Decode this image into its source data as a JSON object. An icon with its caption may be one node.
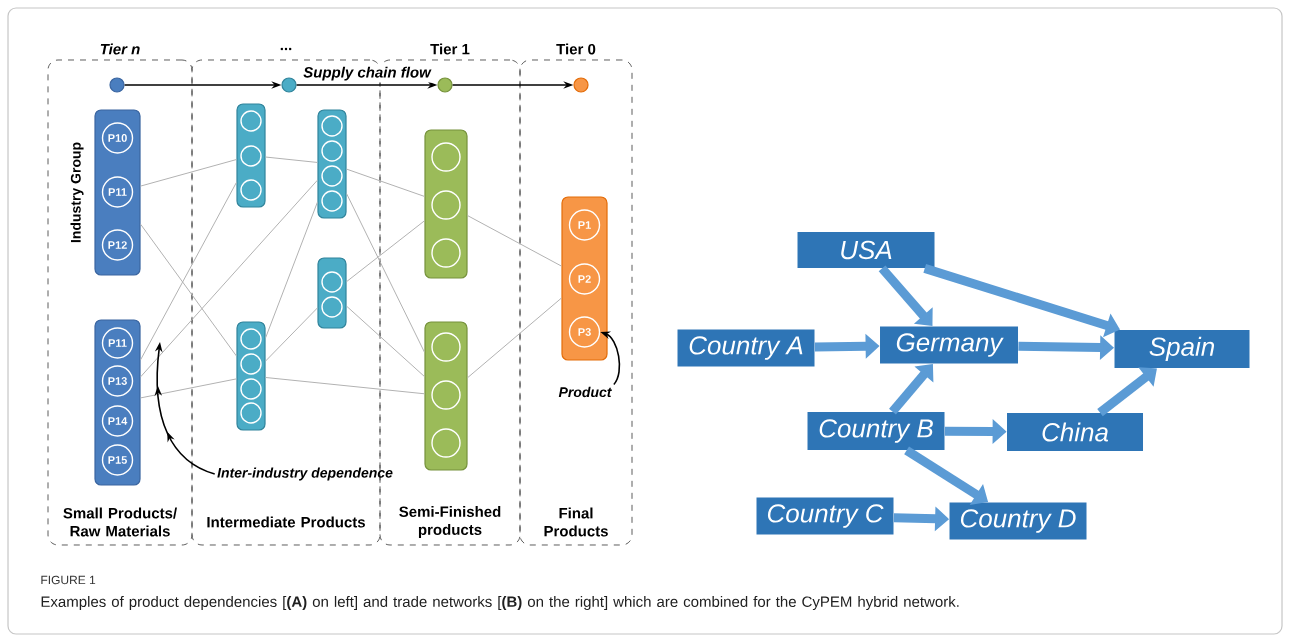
{
  "diagram": {
    "caption": "Examples of product dependencies [**(A)** on left] and trade networks [**(B)** on the right] which are combined for the CyPEM hybrid network.",
    "nodes": [
      {
        "text": [
          "Tier n",
          "Small Products/ Raw Materials"
        ]
      },
      {
        "text": [
          "...",
          "Intermediate Products"
        ]
      },
      {
        "text": [
          "Tier 1",
          "Semi-Finished products"
        ]
      },
      {
        "text": [
          "Tier 0",
          "Final Products"
        ]
      },
      {
        "text": [],
        "shape": "circle",
        "in": 0
      },
      {
        "text": [],
        "shape": "circle",
        "in": 1
      },
      {
        "text": [],
        "shape": "circle",
        "in": 2
      },
      {
        "text": [],
        "shape": "circle",
        "in": 3
      },
      {
        "text": [],
        "shape": "bar",
        "in": 0,
        "beside": [
          "Industry Group"
        ]
      },
      {
        "text": [],
        "shape": "bar",
        "in": 0
      },
      {
        "text": [],
        "shape": "bar",
        "in": 1
      },
      {
        "text": [],
        "shape": "bar",
        "in": 1
      },
      {
        "text": [],
        "shape": "bar",
        "in": 1
      },
      {
        "text": [],
        "shape": "bar",
        "in": 1
      },
      {
        "text": [],
        "shape": "bar",
        "in": 2
      },
      {
        "text": [],
        "shape": "bar",
        "in": 2
      },
      {
        "text": [],
        "shape": "bar",
        "in": 3
      },
      {
        "text": [
          "P10"
        ],
        "in": 8
      },
      {
        "text": [
          "P11"
        ],
        "in": 8
      },
      {
        "text": [
          "P12"
        ],
        "in": 8
      },
      {
        "text": [
          "P11"
        ],
        "in": 9
      },
      {
        "text": [
          "P13"
        ],
        "in": 9
      },
      {
        "text": [
          "P14"
        ],
        "in": 9
      },
      {
        "text": [
          "P15"
        ],
        "in": 9
      },
      {
        "text": [],
        "shape": "circle",
        "in": 10
      },
      {
        "text": [],
        "shape": "circle",
        "in": 10
      },
      {
        "text": [],
        "shape": "circle",
        "in": 10
      },
      {
        "text": [],
        "shape": "circle",
        "in": 11
      },
      {
        "text": [],
        "shape": "circle",
        "in": 11
      },
      {
        "text": [],
        "shape": "circle",
        "in": 11
      },
      {
        "text": [],
        "shape": "circle",
        "in": 11
      },
      {
        "text": [],
        "shape": "circle",
        "in": 12
      },
      {
        "text": [],
        "shape": "circle",
        "in": 12
      },
      {
        "text": [],
        "shape": "circle",
        "in": 12
      },
      {
        "text": [],
        "shape": "circle",
        "in": 12
      },
      {
        "text": [],
        "shape": "circle",
        "in": 13
      },
      {
        "text": [],
        "shape": "circle",
        "in": 13
      },
      {
        "text": [],
        "shape": "circle",
        "in": 14
      },
      {
        "text": [],
        "shape": "circle",
        "in": 14
      },
      {
        "text": [],
        "shape": "circle",
        "in": 14
      },
      {
        "text": [],
        "shape": "circle",
        "in": 15
      },
      {
        "text": [],
        "shape": "circle",
        "in": 15
      },
      {
        "text": [],
        "shape": "circle",
        "in": 15
      },
      {
        "text": [
          "P1"
        ],
        "in": 16
      },
      {
        "text": [
          "P2"
        ],
        "in": 16
      },
      {
        "text": [
          "P3"
        ],
        "in": 16
      },
      {
        "text": [
          "Inter-industry dependence"
        ]
      },
      {
        "text": [
          "Product"
        ],
        "in": 3
      },
      {
        "text": [
          "USA"
        ]
      },
      {
        "text": [
          "Country A"
        ]
      },
      {
        "text": [
          "Germany"
        ]
      },
      {
        "text": [
          "Spain"
        ]
      },
      {
        "text": [
          "Country B"
        ]
      },
      {
        "text": [
          "China"
        ]
      },
      {
        "text": [
          "Country C"
        ]
      },
      {
        "text": [
          "Country D"
        ]
      }
    ],
    "edges": [
      {
        "from": 4,
        "to": 5,
        "arrow": "to",
        "color": "#000000"
      },
      {
        "from": 5,
        "to": 6,
        "arrow": "to",
        "color": "#000000",
        "label": "Supply chain flow"
      },
      {
        "from": 6,
        "to": 7,
        "arrow": "to",
        "color": "#000000"
      },
      {
        "from": 8,
        "to": 10,
        "arrow": "none"
      },
      {
        "from": 8,
        "to": 11,
        "arrow": "none"
      },
      {
        "from": 9,
        "to": 10,
        "arrow": "none"
      },
      {
        "from": 9,
        "to": 12,
        "arrow": "none"
      },
      {
        "from": 9,
        "to": 11,
        "arrow": "none"
      },
      {
        "from": 10,
        "to": 12,
        "arrow": "none"
      },
      {
        "from": 11,
        "to": 12,
        "arrow": "none"
      },
      {
        "from": 11,
        "to": 13,
        "arrow": "none"
      },
      {
        "from": 11,
        "to": 15,
        "arrow": "none"
      },
      {
        "from": 12,
        "to": 14,
        "arrow": "none"
      },
      {
        "from": 12,
        "to": 15,
        "arrow": "none"
      },
      {
        "from": 13,
        "to": 14,
        "arrow": "none"
      },
      {
        "from": 13,
        "to": 15,
        "arrow": "none"
      },
      {
        "from": 14,
        "to": 16,
        "arrow": "none"
      },
      {
        "from": 15,
        "to": 16,
        "arrow": "none"
      },
      {
        "from": 46,
        "to": null,
        "arrow": "to",
        "color": "#000000"
      },
      {
        "from": 47,
        "to": 45,
        "arrow": "to",
        "color": "#000000"
      },
      {
        "from": 48,
        "to": 50,
        "arrow": "to",
        "style": "thick",
        "color": "#5b9bd5"
      },
      {
        "from": 48,
        "to": 51,
        "arrow": "to",
        "style": "thick",
        "color": "#5b9bd5"
      },
      {
        "from": 49,
        "to": 50,
        "arrow": "to",
        "style": "thick",
        "color": "#5b9bd5"
      },
      {
        "from": 50,
        "to": 51,
        "arrow": "to",
        "style": "thick",
        "color": "#5b9bd5"
      },
      {
        "from": 52,
        "to": 50,
        "arrow": "to",
        "style": "thick",
        "color": "#5b9bd5"
      },
      {
        "from": 52,
        "to": 53,
        "arrow": "to",
        "style": "thick",
        "color": "#5b9bd5"
      },
      {
        "from": 52,
        "to": 55,
        "arrow": "to",
        "style": "thick",
        "color": "#5b9bd5"
      },
      {
        "from": 53,
        "to": 51,
        "arrow": "to",
        "style": "thick",
        "color": "#5b9bd5"
      },
      {
        "from": 54,
        "to": 55,
        "arrow": "to",
        "style": "thick",
        "color": "#5b9bd5"
      }
    ],
    "labels": [
      "FIGURE 1"
    ]
  }
}
